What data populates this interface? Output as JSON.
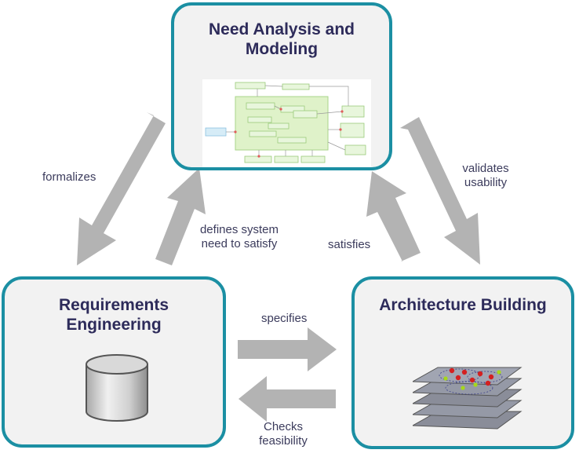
{
  "boxes": {
    "need": {
      "title_line1": "Need Analysis and",
      "title_line2": "Modeling"
    },
    "req": {
      "title_line1": "Requirements",
      "title_line2": "Engineering"
    },
    "arch": {
      "title": "Architecture Building"
    }
  },
  "labels": {
    "formalizes": "formalizes",
    "defines_line1": "defines system",
    "defines_line2": "need to satisfy",
    "satisfies": "satisfies",
    "validates_line1": "validates",
    "validates_line2": "usability",
    "specifies": "specifies",
    "checks_line1": "Checks",
    "checks_line2": "feasibility"
  },
  "colors": {
    "box_border": "#1b8fa3",
    "box_fill": "#f2f2f2",
    "arrow": "#b3b3b3",
    "title_text": "#2d2b5a"
  },
  "icons": {
    "need": "model-diagram-icon",
    "req": "database-cylinder-icon",
    "arch": "layered-architecture-icon"
  }
}
